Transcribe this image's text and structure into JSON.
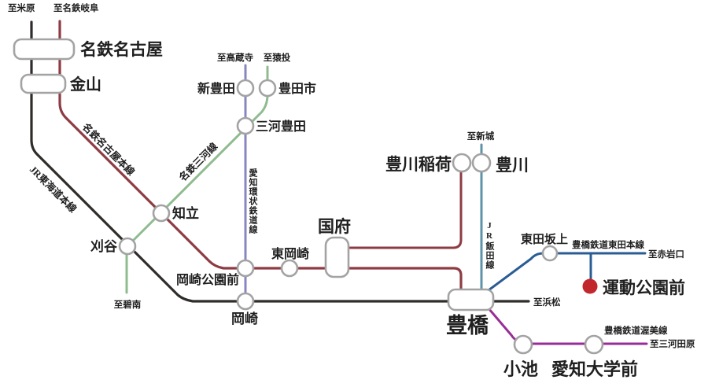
{
  "map_title": "railway-route-map-toyohashi-area",
  "colors": {
    "background": "#ffffff",
    "jr_tokaido": "#2f2c2a",
    "meitetsu_main": "#8e3b43",
    "meitetsu_mikawa": "#8fbc8f",
    "aichi_loop": "#8886c2",
    "jr_iida": "#5f93a8",
    "toyotetsu_azumada": "#2a5c94",
    "toyotetsu_atsumi": "#992d98",
    "highlight": "#c1272d",
    "station_stroke": "#a3a3a3",
    "text": "#1f1f1f"
  },
  "lines": {
    "meitetsu_main_label": "名鉄名古屋本線",
    "jr_tokaido_label": "JR東海道本線",
    "meitetsu_mikawa_label": "名鉄三河線",
    "aichi_loop_label": "愛知環状鉄道線",
    "jr_iida_label": "JR飯田線",
    "azumada_label": "豊橋鉄道東田本線",
    "atsumi_label": "豊橋鉄道渥美線"
  },
  "stations": {
    "meitetsu_nagoya": "名鉄名古屋",
    "kanayama": "金山",
    "shin_toyota": "新豊田",
    "toyotashi": "豊田市",
    "mikawa_toyota": "三河豊田",
    "chiryu": "知立",
    "kariya": "刈谷",
    "okazaki_koen_mae": "岡崎公園前",
    "higashi_okazaki": "東岡崎",
    "okazaki": "岡崎",
    "ko": "国府",
    "toyokawa_inari": "豊川稲荷",
    "toyokawa": "豊川",
    "toyohashi": "豊橋",
    "higashida_sakaue": "東田坂上",
    "undo_koen_mae": "運動公園前",
    "koike": "小池",
    "aichi_daigaku_mae": "愛知大学前"
  },
  "destinations": {
    "maibara": "至米原",
    "meitetsu_gifu": "至名鉄岐阜",
    "kozoji": "至高蔵寺",
    "sanage": "至猿投",
    "shinshiro": "至新城",
    "hekinan": "至碧南",
    "hamamatsu": "至浜松",
    "akaiwaguchi": "至赤岩口",
    "mikawa_tahara": "至三河田原"
  }
}
